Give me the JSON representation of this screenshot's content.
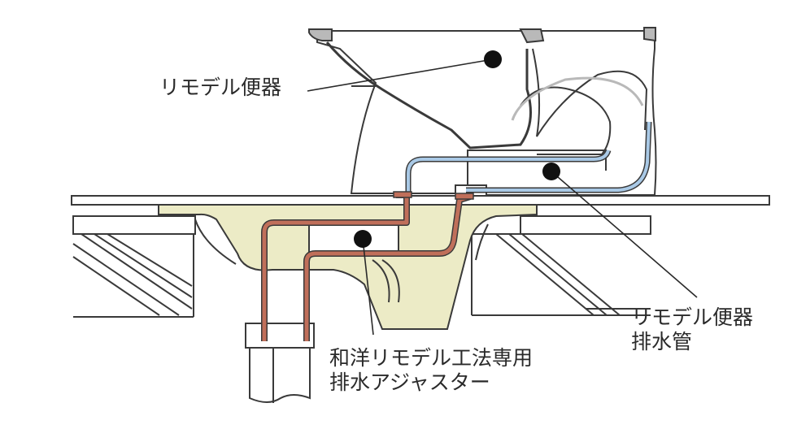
{
  "labels": {
    "remodel_toilet": "リモデル便器",
    "toilet_drain_pipe_line1": "リモデル便器",
    "toilet_drain_pipe_line2": "排水管",
    "adjuster_line1": "和洋リモデル工法専用",
    "adjuster_line2": "排水アジャスター"
  },
  "colors": {
    "outline": "#3a3a3a",
    "toilet_fill": "#ffffff",
    "toilet_rim_gray": "#b9b9b9",
    "old_bowl_fill": "#ecebc6",
    "drain_pipe_blue": "#a9c9e6",
    "adjuster_brown": "#c06f5a",
    "marker": "#111111"
  }
}
